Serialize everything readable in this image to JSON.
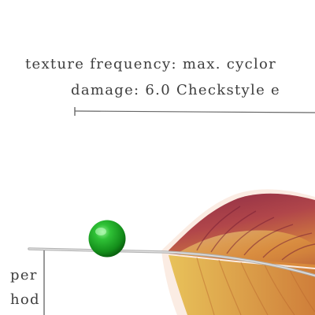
{
  "annotation": {
    "line1": "texture frequency: max. cyclor",
    "line2": "damage: 6.0 Checkstyle e"
  },
  "side_label": {
    "line1": "per",
    "line2": "hod"
  },
  "colors": {
    "marker": "#19a31f",
    "feather_red": "#a43a45",
    "feather_orange": "#df9a40",
    "feather_yellow": "#f0cf55",
    "rachis": "#bfbfbf",
    "ink": "#3e3e3e"
  },
  "icons": {
    "marker": "green-sphere-icon",
    "feather": "feather-illustration"
  }
}
